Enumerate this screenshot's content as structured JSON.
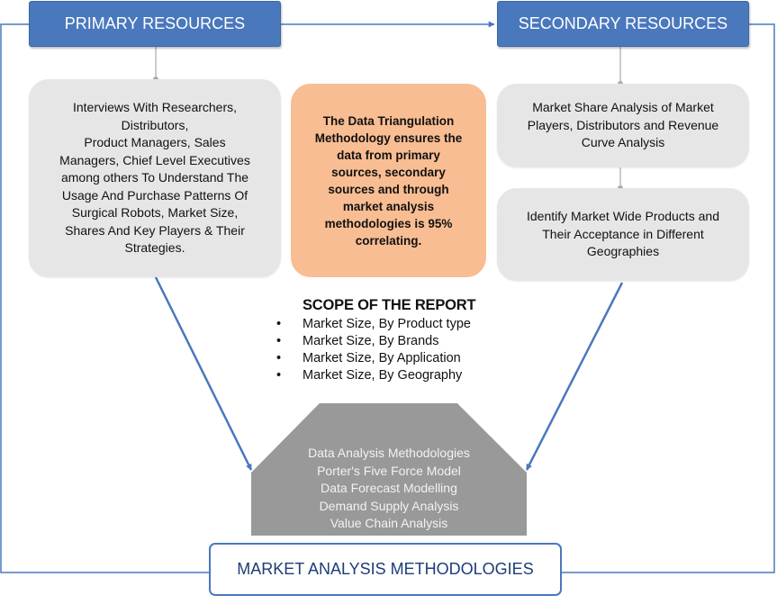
{
  "primary": {
    "title": "PRIMARY RESOURCES",
    "description_lines": [
      "Interviews With Researchers,",
      "Distributors,",
      "Product Managers, Sales",
      "Managers, Chief Level Executives",
      "among others To Understand The",
      "Usage And Purchase Patterns Of",
      "Surgical Robots, Market Size,",
      "Shares And Key Players & Their",
      "Strategies."
    ]
  },
  "secondary": {
    "title": "SECONDARY RESOURCES",
    "box1_lines": [
      "Market Share Analysis of Market",
      "Players, Distributors and Revenue",
      "Curve Analysis"
    ],
    "box2_lines": [
      "Identify Market Wide Products and",
      "Their Acceptance in Different",
      "Geographies"
    ]
  },
  "triangulation": {
    "lines": [
      "The Data Triangulation",
      "Methodology ensures the",
      "data from primary",
      "sources, secondary",
      "sources and through",
      "market analysis",
      "methodologies is 95%",
      "correlating."
    ]
  },
  "scope": {
    "title": "SCOPE OF THE REPORT",
    "items": [
      "Market Size, By  Product type",
      "Market Size, By  Brands",
      "Market Size, By  Application",
      "Market Size, By Geography"
    ]
  },
  "analysis": {
    "lines": [
      "Data Analysis Methodologies",
      "Porter's Five Force Model",
      "Data Forecast  Modelling",
      "Demand Supply Analysis",
      "Value Chain Analysis"
    ]
  },
  "bottom": {
    "title": "MARKET ANALYSIS METHODOLOGIES"
  },
  "colors": {
    "header_blue": "#4a78bd",
    "connector_blue": "#4a78bd",
    "gray_box": "#e6e6e6",
    "orange_box": "#f8bd92",
    "pentagon_gray": "#999999"
  }
}
